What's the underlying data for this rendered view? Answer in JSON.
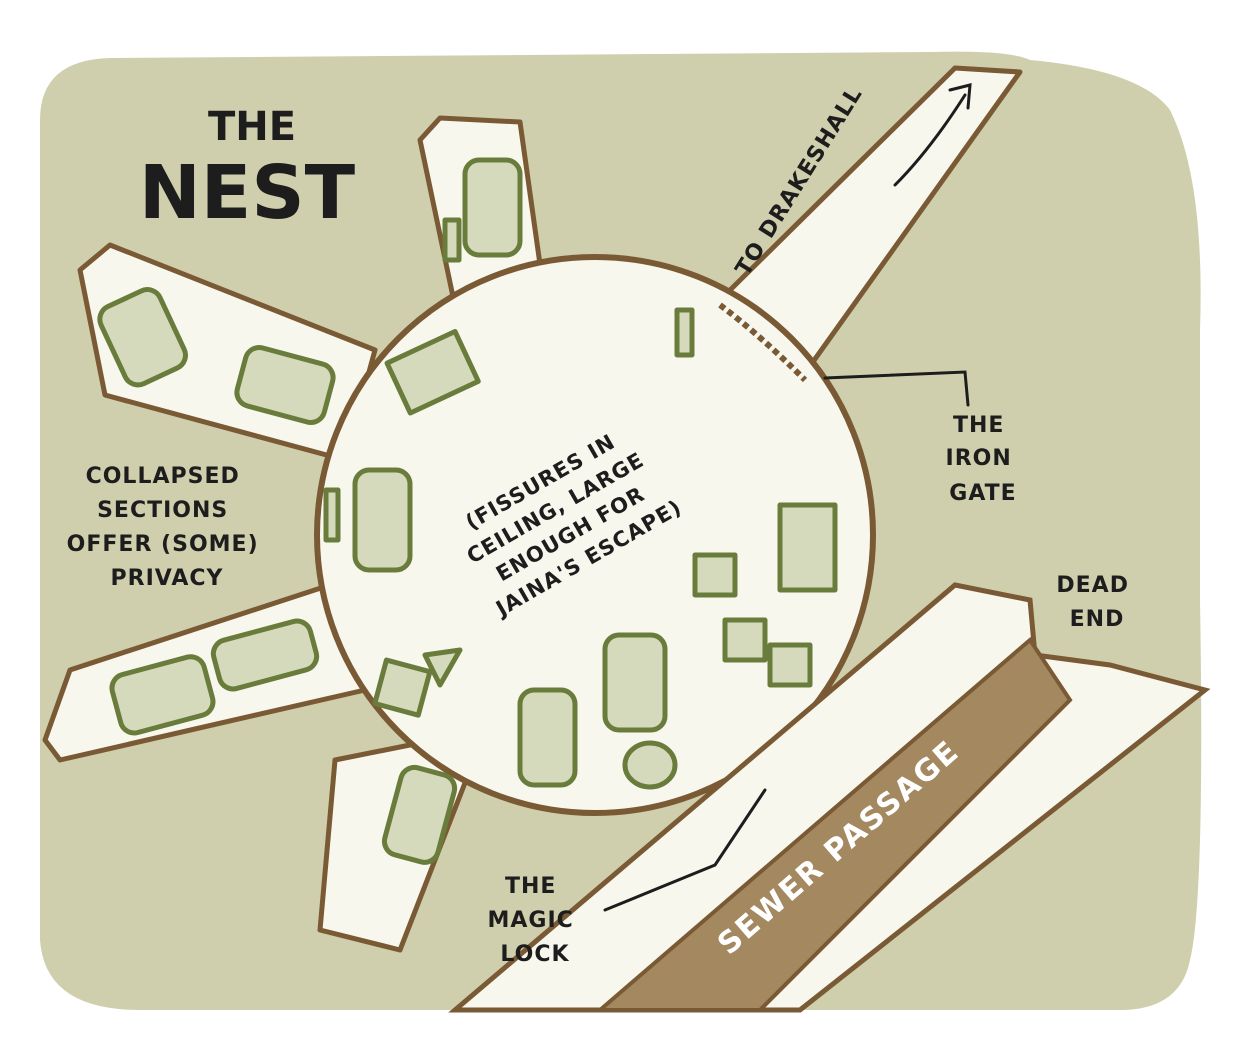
{
  "title": {
    "line1": "THE",
    "line2": "NEST"
  },
  "labels": {
    "to_drakeshall": "TO DRAKESHALL",
    "iron_gate": [
      "THE",
      "IRON",
      "GATE"
    ],
    "collapsed": [
      "COLLAPSED",
      "SECTIONS",
      "OFFER (SOME)",
      "PRIVACY"
    ],
    "fissures": [
      "(FISSURES IN",
      "CEILING, LARGE",
      "ENOUGH FOR",
      "JAINA'S ESCAPE)"
    ],
    "dead_end": [
      "DEAD",
      "END"
    ],
    "magic_lock": [
      "THE",
      "MAGIC",
      "LOCK"
    ],
    "sewer_passage": "SEWER PASSAGE"
  },
  "colors": {
    "background_rock": "#cfcfae",
    "floor": "#f7f7ee",
    "wall_outline": "#7a5a34",
    "furniture_fill": "#d5dabc",
    "furniture_line": "#6a7c3b",
    "sewer_water": "#a48860",
    "text": "#1d1d1d"
  }
}
